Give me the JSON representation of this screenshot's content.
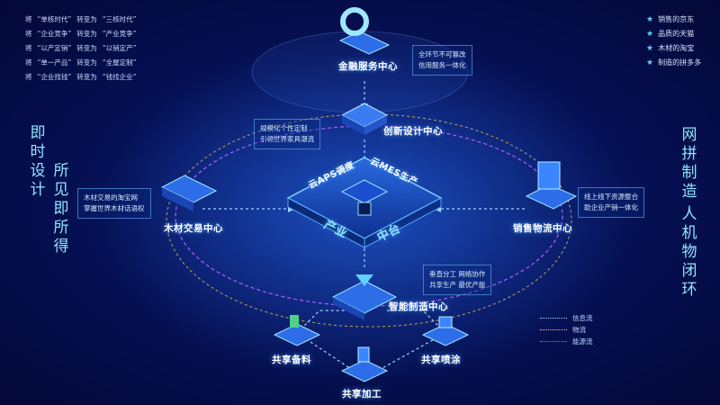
{
  "transform_list": [
    {
      "prefix": "将",
      "from": "“单核时代”",
      "mid": "转变为",
      "to": "“三核时代”"
    },
    {
      "prefix": "将",
      "from": "“企业竞争”",
      "mid": "转变为",
      "to": "“产业竞争”"
    },
    {
      "prefix": "将",
      "from": "“以产定销”",
      "mid": "转变为",
      "to": "“以销定产”"
    },
    {
      "prefix": "将",
      "from": "“单一产品”",
      "mid": "转变为",
      "to": "“全屋定制”"
    },
    {
      "prefix": "将",
      "from": "“企业找钱”",
      "mid": "转变为",
      "to": "“钱找企业”"
    }
  ],
  "feature_list": [
    "销售的京东",
    "品质的天猫",
    "木材的淘宝",
    "制造的拼多多"
  ],
  "left_vertical": {
    "col1": "即时设计",
    "col2": "所见即所得"
  },
  "right_vertical": {
    "col1": "网拼制造",
    "col2": "人机物闭环"
  },
  "nodes": {
    "finance": "金融服务中心",
    "design": "创新设计中心",
    "timber": "木材交易中心",
    "sales": "销售物流中心",
    "manufacturing": "智能制造中心",
    "material": "共享备料",
    "spray": "共享喷涂",
    "process": "共享加工"
  },
  "center_platform": {
    "aps": "云APS调度",
    "mes": "云MES生产",
    "title_a": "产业",
    "title_b": "中台"
  },
  "info_boxes": {
    "finance": [
      "全环节不可篡改",
      "信用服务一体化"
    ],
    "design": [
      "规模化个性定制",
      "引领世界家具潮流"
    ],
    "timber": [
      "木材交易的淘宝网",
      "掌握世界木材话语权"
    ],
    "sales": [
      "线上线下资源整合",
      "助企业产销一体化"
    ],
    "manufacturing": [
      "垂直分工  网络协作",
      "共享生产  最优产能"
    ]
  },
  "legend": [
    {
      "label": "信息流",
      "color": "#9fd2ff"
    },
    {
      "label": "物流",
      "color": "#f2c64a"
    },
    {
      "label": "能源流",
      "color": "#b35cff"
    }
  ]
}
